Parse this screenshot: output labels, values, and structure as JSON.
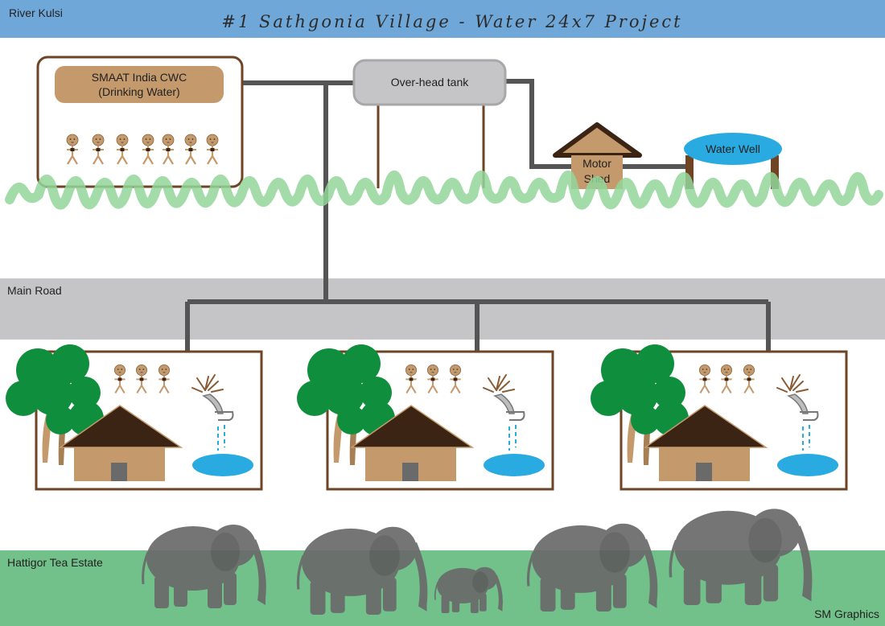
{
  "header": {
    "river_label": "River Kulsi",
    "title": "#1 Sathgonia Village - Water 24x7 Project"
  },
  "source": {
    "name_line1": "SMAAT India CWC",
    "name_line2": "(Drinking Water)"
  },
  "tank": {
    "label": "Over-head tank"
  },
  "motor_shed": {
    "line1": "Motor",
    "line2": "Shed"
  },
  "water_well": {
    "label": "Water Well"
  },
  "road": {
    "label": "Main Road"
  },
  "estate": {
    "label": "Hattigor Tea Estate"
  },
  "credit": {
    "label": "SM Graphics"
  },
  "colors": {
    "sky_band": "#6fa8d8",
    "pipe": "#555555",
    "brown_border": "#6e4424",
    "tan": "#c49a6c",
    "roof": "#3b2414",
    "grass": "#93d69a",
    "road": "#c5c5c7",
    "estate": "#72c08a",
    "elephant": "#6a6a6a",
    "water": "#29abe2",
    "tree": "#0f8f3e"
  }
}
